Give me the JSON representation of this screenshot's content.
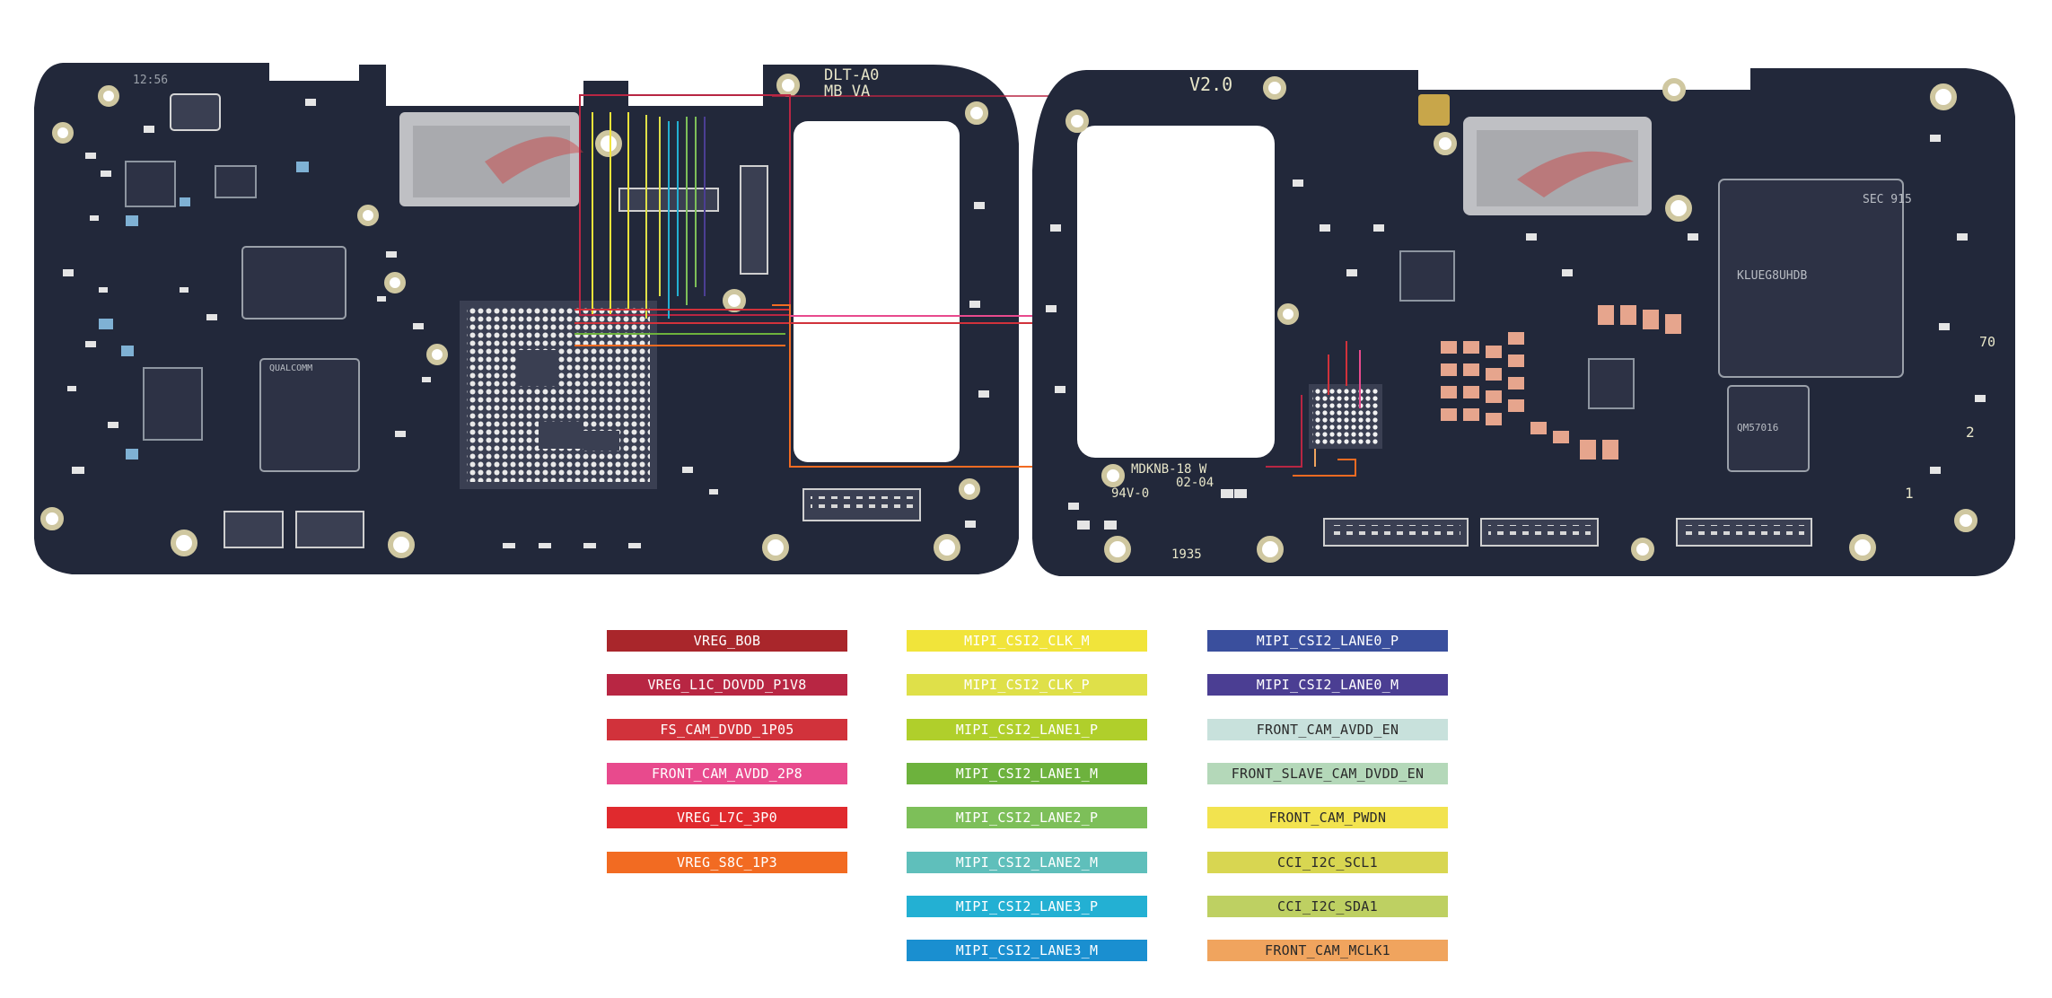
{
  "board_markings": {
    "left_top": "DLT-A0",
    "left_top2": "MB VA",
    "left_code": "12:56",
    "right_version": "V2.0",
    "right_pcb": "MDKNB-18 W",
    "right_pcb2": "02-04",
    "right_flam": "94V-0",
    "right_date": "1935",
    "right_side": "70",
    "right_num1": "1",
    "right_num2": "2",
    "chip_left": "QUALCOMM",
    "chip_right": "SEC 915",
    "chip_right2": "KLUEG8UHDB",
    "chip_qorvo": "QM57016"
  },
  "legend": {
    "col1": [
      {
        "label": "VREG_BOB",
        "color": "#a9262b"
      },
      {
        "label": "VREG_L1C_DOVDD_P1V8",
        "color": "#b82643"
      },
      {
        "label": "FS_CAM_DVDD_1P05",
        "color": "#d1323b"
      },
      {
        "label": "FRONT_CAM_AVDD_2P8",
        "color": "#e84a8d"
      },
      {
        "label": "VREG_L7C_3P0",
        "color": "#e02a2e"
      },
      {
        "label": "VREG_S8C_1P3",
        "color": "#f26b22"
      }
    ],
    "col2": [
      {
        "label": "MIPI_CSI2_CLK_M",
        "color": "#f1e43a"
      },
      {
        "label": "MIPI_CSI2_CLK_P",
        "color": "#dfe049"
      },
      {
        "label": "MIPI_CSI2_LANE1_P",
        "color": "#b0cf2b"
      },
      {
        "label": "MIPI_CSI2_LANE1_M",
        "color": "#6db23d"
      },
      {
        "label": "MIPI_CSI2_LANE2_P",
        "color": "#7dbf59"
      },
      {
        "label": "MIPI_CSI2_LANE2_M",
        "color": "#5fbfbb"
      },
      {
        "label": "MIPI_CSI2_LANE3_P",
        "color": "#23b0d3"
      },
      {
        "label": "MIPI_CSI2_LANE3_M",
        "color": "#1a8fd0"
      }
    ],
    "col3": [
      {
        "label": "MIPI_CSI2_LANE0_P",
        "color": "#3a4f9d"
      },
      {
        "label": "MIPI_CSI2_LANE0_M",
        "color": "#4b3e93"
      },
      {
        "label": "FRONT_CAM_AVDD_EN",
        "color": "#c8e1dc",
        "dark": true
      },
      {
        "label": "FRONT_SLAVE_CAM_DVDD_EN",
        "color": "#b4d8b9",
        "dark": true
      },
      {
        "label": "FRONT_CAM_PWDN",
        "color": "#f2e34f",
        "dark": true
      },
      {
        "label": "CCI_I2C_SCL1",
        "color": "#d8d651",
        "dark": true
      },
      {
        "label": "CCI_I2C_SDA1",
        "color": "#bed062",
        "dark": true
      },
      {
        "label": "FRONT_CAM_MCLK1",
        "color": "#f0a45e",
        "dark": true
      }
    ]
  }
}
